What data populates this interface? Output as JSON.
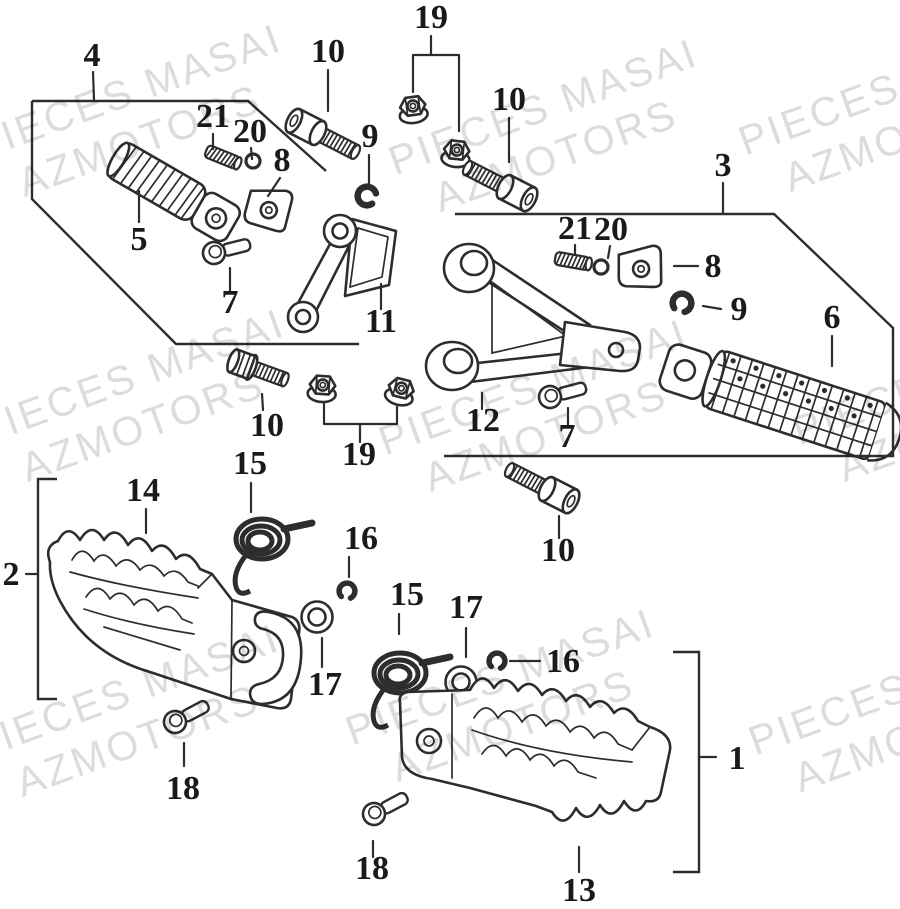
{
  "watermark": {
    "line1": "PIECES MASAI",
    "line2": "AZMOTORS",
    "color": "#dcdcdc"
  },
  "diagram": {
    "background": "#ffffff",
    "line_color": "#2d2d2d",
    "label_color": "#1a1a1a",
    "callouts": [
      {
        "id": "section-left-upper",
        "text": "4"
      },
      {
        "id": "bolt-top-left",
        "text": "10"
      },
      {
        "id": "nuts-top",
        "text": "19"
      },
      {
        "id": "bolt-top-right",
        "text": "10"
      },
      {
        "id": "section-right-upper",
        "text": "3"
      },
      {
        "id": "stud-left",
        "text": "21"
      },
      {
        "id": "ring-left",
        "text": "20"
      },
      {
        "id": "plate-left",
        "text": "8"
      },
      {
        "id": "clip-left-upper",
        "text": "9"
      },
      {
        "id": "footrest-rubber-left",
        "text": "5"
      },
      {
        "id": "bolt-small-left",
        "text": "7"
      },
      {
        "id": "stud-right",
        "text": "21"
      },
      {
        "id": "ring-right",
        "text": "20"
      },
      {
        "id": "plate-right",
        "text": "8"
      },
      {
        "id": "clip-right-upper",
        "text": "9"
      },
      {
        "id": "footrest-rubber-right",
        "text": "6"
      },
      {
        "id": "bracket-left",
        "text": "11"
      },
      {
        "id": "bracket-right",
        "text": "12"
      },
      {
        "id": "bolt-small-right",
        "text": "7"
      },
      {
        "id": "bolt-mid-left",
        "text": "10"
      },
      {
        "id": "nuts-mid",
        "text": "19"
      },
      {
        "id": "bolt-mid-right",
        "text": "10"
      },
      {
        "id": "section-left-lower",
        "text": "2"
      },
      {
        "id": "footpeg-left-lower",
        "text": "14"
      },
      {
        "id": "spring-left",
        "text": "15"
      },
      {
        "id": "clip-left-lower",
        "text": "16"
      },
      {
        "id": "spring-right",
        "text": "15"
      },
      {
        "id": "washer-left",
        "text": "17"
      },
      {
        "id": "washer-right",
        "text": "17"
      },
      {
        "id": "clip-right-lower",
        "text": "16"
      },
      {
        "id": "section-right-lower",
        "text": "1"
      },
      {
        "id": "bolt-bottom-left",
        "text": "18"
      },
      {
        "id": "bolt-bottom-right",
        "text": "18"
      },
      {
        "id": "footpeg-right-lower",
        "text": "13"
      }
    ]
  }
}
